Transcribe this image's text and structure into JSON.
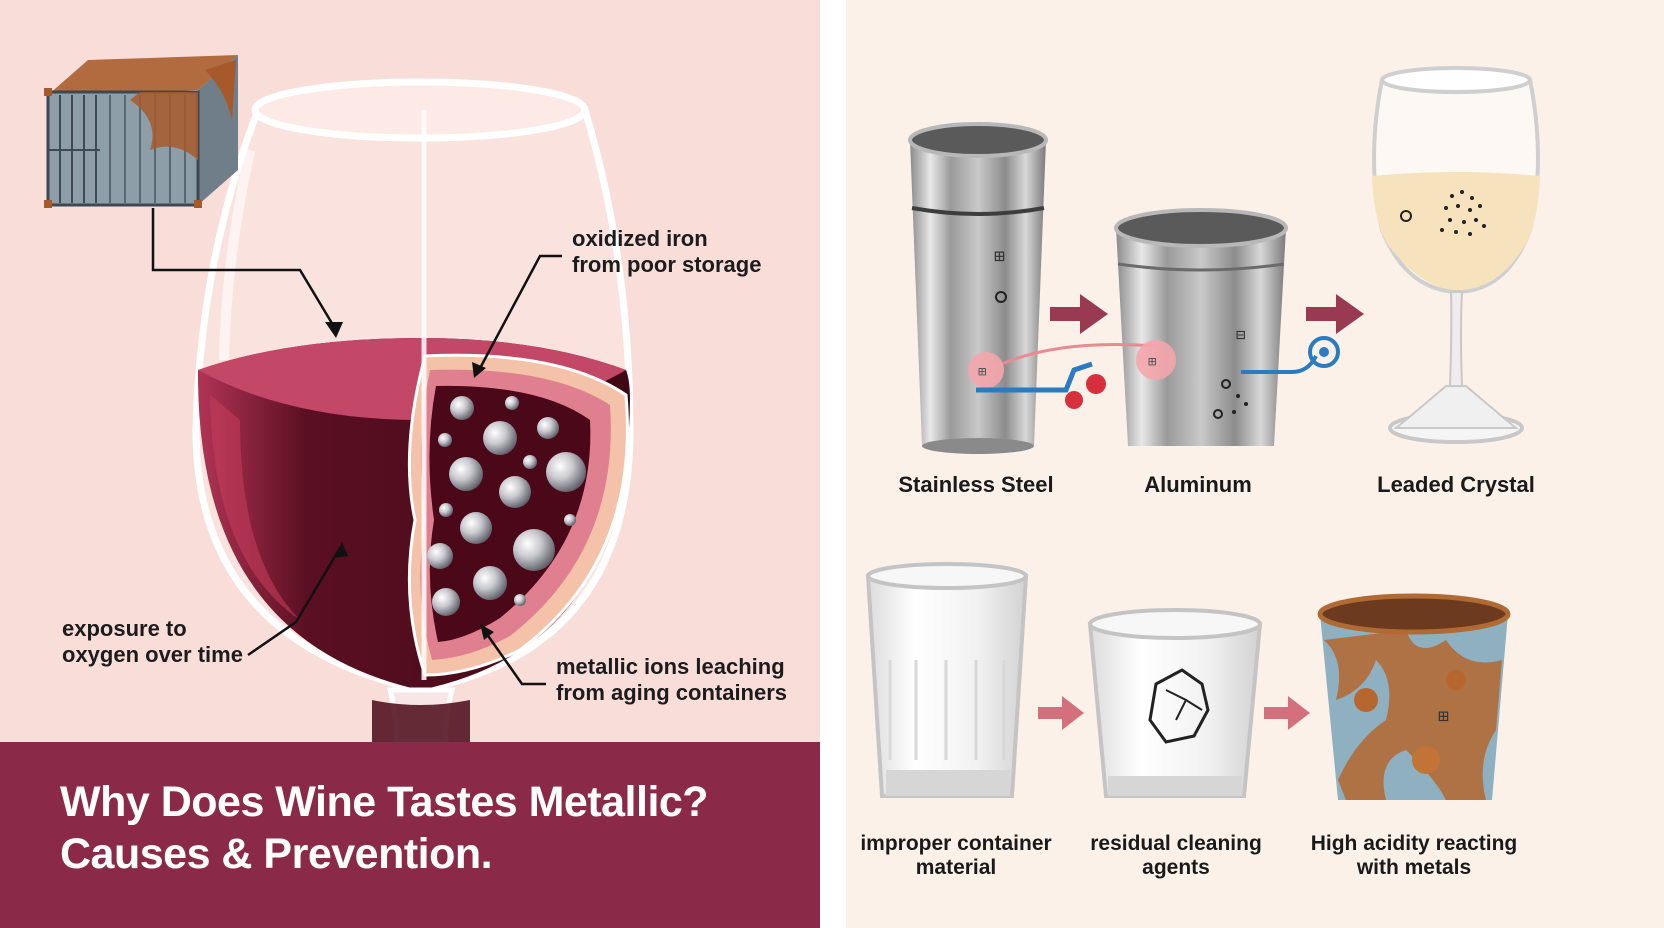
{
  "title": {
    "line1": "Why Does Wine Tastes Metallic?",
    "line2": "Causes & Prevention."
  },
  "annotations": {
    "oxidized_line1": "oxidized iron",
    "oxidized_line2": "from poor storage",
    "exposure_line1": "exposure to",
    "exposure_line2": "oxygen over time",
    "metallic_line1": "metallic ions leaching",
    "metallic_line2": "from aging containers"
  },
  "materials": [
    {
      "label": "Stainless Steel"
    },
    {
      "label": "Aluminum"
    },
    {
      "label": "Leaded Crystal"
    }
  ],
  "causes": [
    {
      "line1": "improper container",
      "line2": "material"
    },
    {
      "line1": "residual cleaning",
      "line2": "agents"
    },
    {
      "line1": "High acidity reacting",
      "line2": "with metals"
    }
  ],
  "colors": {
    "left_bg": "#f9ddd9",
    "right_bg": "#fbf1e9",
    "banner": "#8a2a48",
    "wine": "#5a0f22",
    "arrow": "#9a3a52"
  }
}
